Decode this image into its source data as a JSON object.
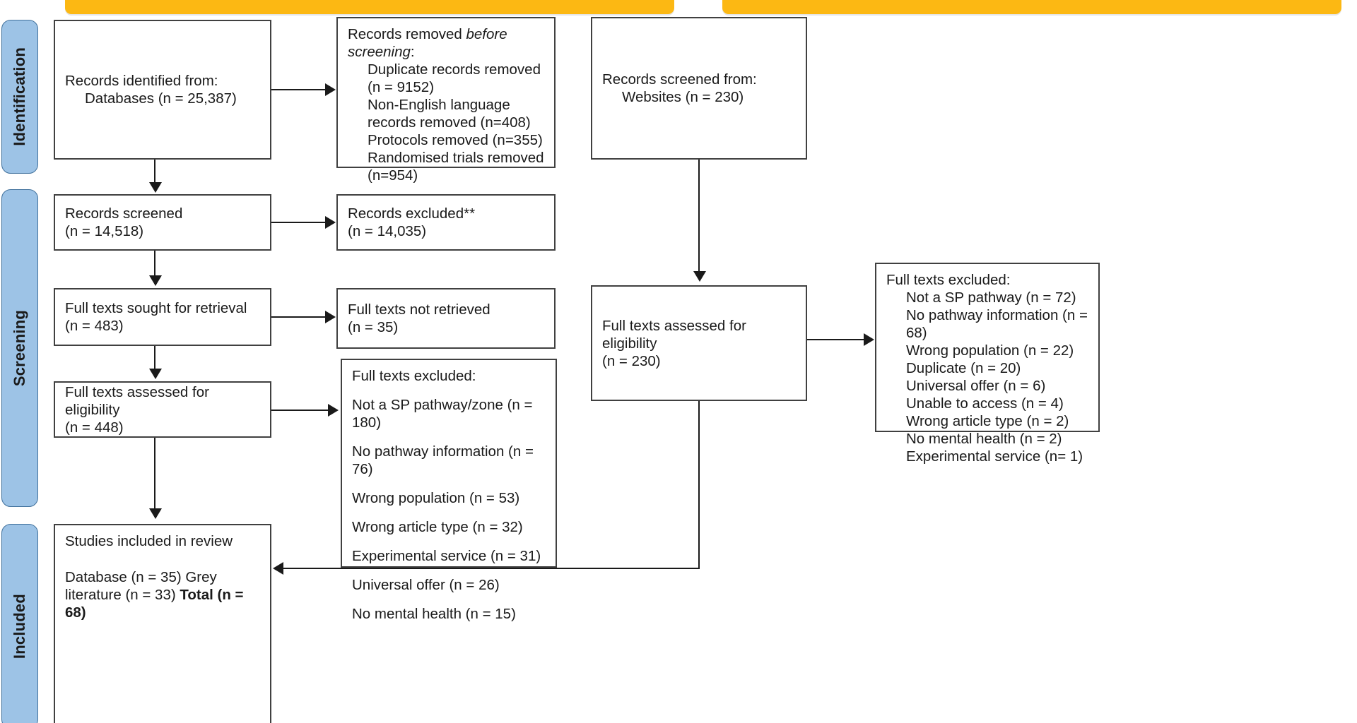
{
  "banners": {
    "left_label": "",
    "right_label": ""
  },
  "phases": [
    {
      "id": "identification",
      "label": "Identification"
    },
    {
      "id": "screening",
      "label": "Screening"
    },
    {
      "id": "included",
      "label": "Included"
    }
  ],
  "boxes": {
    "identified": {
      "title": "Records identified from:",
      "line2": "Databases (n = 25,387)"
    },
    "removed_before_screening": {
      "heading_pre": "Records removed ",
      "heading_italic": "before screening",
      "heading_post": ":",
      "items": [
        "Duplicate records removed (n = 9152)",
        "Non-English language records removed (n=408)",
        "Protocols removed (n=355)",
        "Randomised trials removed (n=954)"
      ]
    },
    "websites_identified": {
      "title": "Records screened from:",
      "line2": "Websites (n = 230)"
    },
    "records_screened": {
      "line1": "Records screened",
      "line2": "(n = 14,518)"
    },
    "records_excluded": {
      "line1": "Records excluded**",
      "line2": "(n = 14,035)"
    },
    "full_texts_sought": {
      "line1": "Full texts sought for retrieval",
      "line2": "(n = 483)"
    },
    "full_texts_not_retrieved": {
      "line1": "Full texts not retrieved",
      "line2": "(n = 35)"
    },
    "full_texts_assessed": {
      "line1": "Full texts assessed for eligibility",
      "line2": "(n = 448)"
    },
    "full_texts_excluded": {
      "heading": "Full texts excluded:",
      "items": [
        "Not a SP pathway/zone (n = 180)",
        "No pathway information (n = 76)",
        "Wrong population (n = 53)",
        "Wrong article type (n = 32)",
        "Experimental service (n = 31)",
        "Universal offer (n = 26)",
        "No mental health (n = 15)"
      ]
    },
    "web_full_texts_assessed": {
      "line1": "Full texts assessed for eligibility",
      "line2": "(n = 230)"
    },
    "web_full_texts_excluded": {
      "heading": "Full texts excluded:",
      "items": [
        "Not a SP pathway (n = 72)",
        "No pathway information (n = 68)",
        "Wrong population (n = 22)",
        "Duplicate (n = 20)",
        "Universal offer (n = 6)",
        "Unable to access (n = 4)",
        "Wrong article type (n = 2)",
        "No mental health (n = 2)",
        "Experimental service (n= 1)"
      ]
    },
    "studies_included": {
      "line1": "Studies included in review",
      "line2_pre": "Database (n = 35) Grey literature (n = 33) ",
      "line2_bold": "Total (n = 68)"
    }
  },
  "colors": {
    "banner": "#fcb813",
    "phase_fill": "#9dc3e6",
    "phase_border": "#41719c",
    "box_border": "#404040",
    "text": "#1a1a1a"
  }
}
